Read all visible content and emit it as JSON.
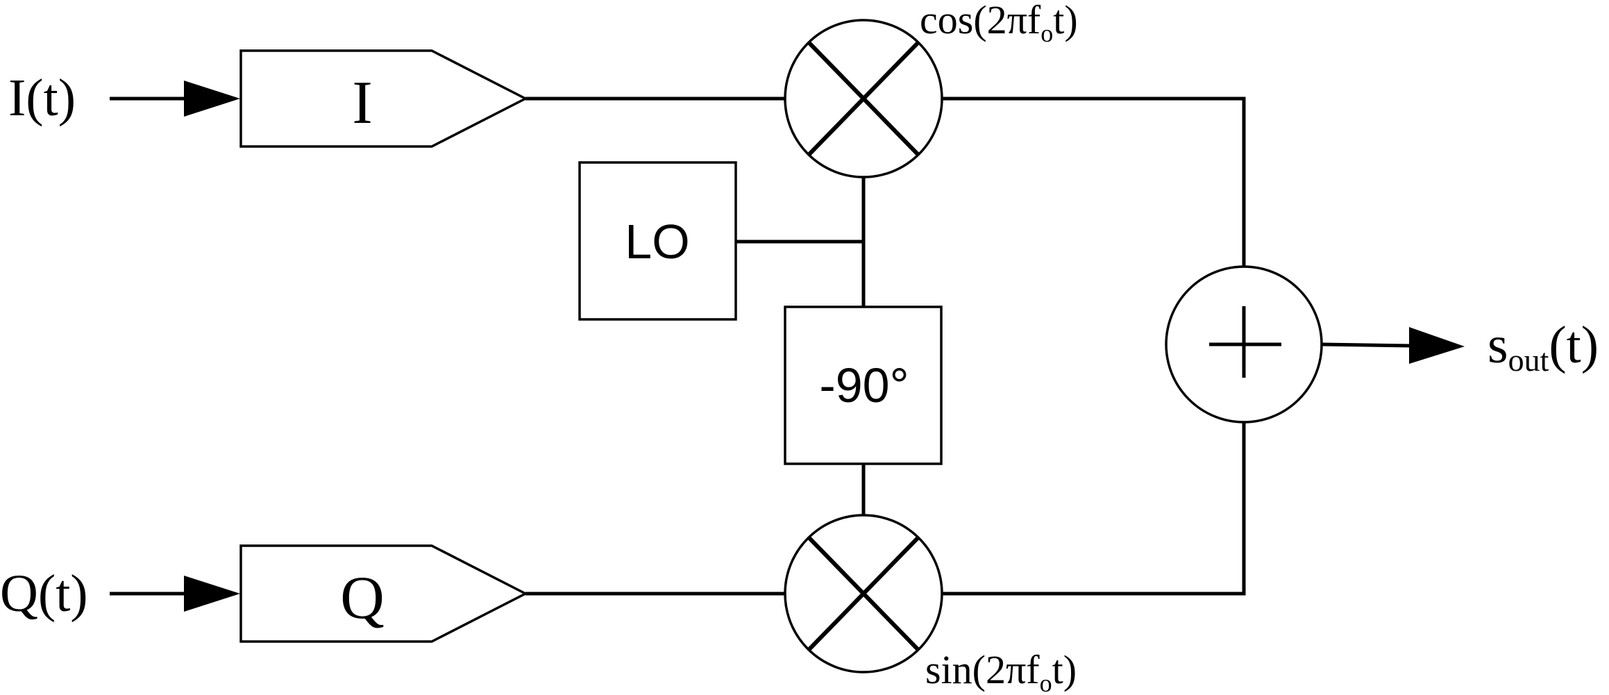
{
  "inputs": {
    "i_signal": "I(t)",
    "q_signal": "Q(t)"
  },
  "blocks": {
    "i_block_label": "I",
    "q_block_label": "Q",
    "lo_label": "LO",
    "phase_shift_label": "-90°"
  },
  "carriers": {
    "cos_prefix": "cos(2πf",
    "cos_subscript": "o",
    "cos_suffix": "t)",
    "sin_prefix": "sin(2πf",
    "sin_subscript": "o",
    "sin_suffix": "t)"
  },
  "output": {
    "base": "s",
    "subscript": "out",
    "suffix": "(t)"
  },
  "colors": {
    "stroke": "#000000",
    "background": "#ffffff"
  }
}
